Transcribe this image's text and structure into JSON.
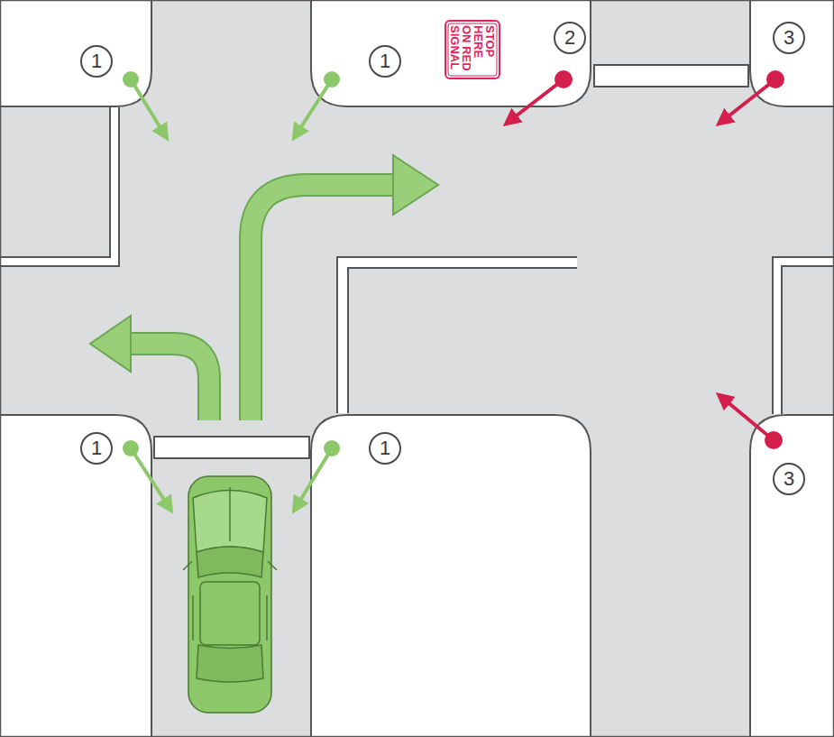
{
  "diagram": {
    "nodes": [
      {
        "text": [
          "STOP HERE ON RED SIGNAL"
        ]
      }
    ],
    "labels": [
      "1",
      "1",
      "2",
      "3",
      "1",
      "1",
      "3"
    ]
  }
}
